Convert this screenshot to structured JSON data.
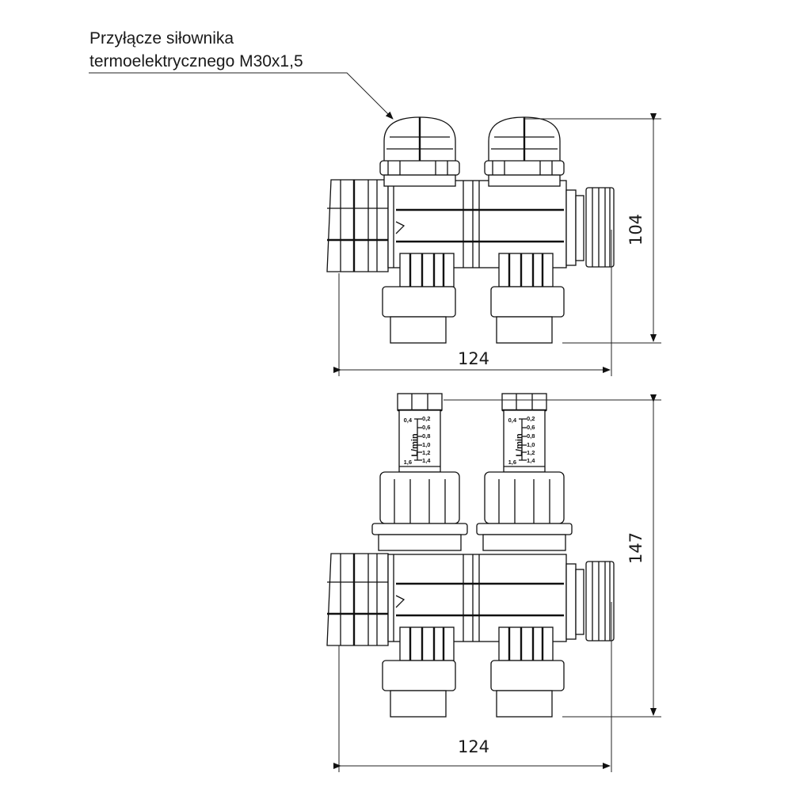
{
  "callout": {
    "line1": "Przyłącze siłownika",
    "line2": "termoelektrycznego M30x1,5"
  },
  "top_view": {
    "height_dim": "104",
    "width_dim": "124"
  },
  "bottom_view": {
    "height_dim": "147",
    "width_dim": "124"
  },
  "flowmeter": {
    "unit": "L/min",
    "left_scale": [
      "0,4",
      "1,6"
    ],
    "right_scale": [
      "0,2",
      "0,6",
      "0,8",
      "1,0",
      "1,2",
      "1,4"
    ]
  }
}
